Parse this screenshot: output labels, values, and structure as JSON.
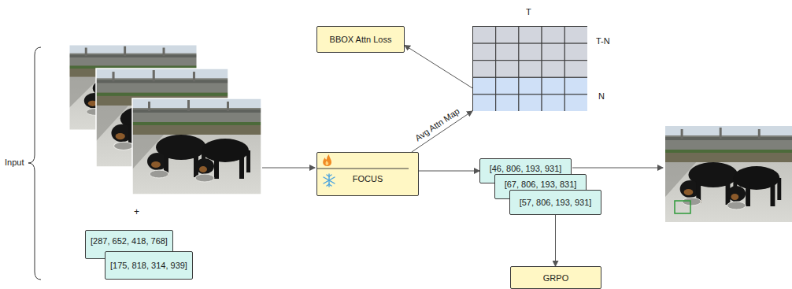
{
  "diagram": {
    "nodes": [
      {
        "text": [
          "BBOX Attn Loss"
        ]
      },
      {
        "text": [
          "T",
          "T-N",
          "N"
        ]
      },
      {
        "text": [
          "FOCUS"
        ]
      },
      {
        "text": [
          "[46, 806, 193, 931]"
        ]
      },
      {
        "text": [
          "[67, 806, 193, 831]"
        ]
      },
      {
        "text": [
          "[57, 806, 193, 931]"
        ]
      },
      {
        "text": [
          "[287, 652, 418, 768]"
        ]
      },
      {
        "text": [
          "[175, 818, 314, 939]"
        ]
      },
      {
        "text": [
          "GRPO"
        ]
      }
    ],
    "edges": [
      {
        "from": 2,
        "to": 1,
        "label": "Avg Attn Map",
        "arrow": "to"
      },
      {
        "from": 1,
        "to": 0,
        "arrow": "to"
      },
      {
        "from": 2,
        "to": 3,
        "arrow": "to"
      },
      {
        "from": 5,
        "to": 8,
        "arrow": "to"
      }
    ],
    "labels": [
      "Input",
      "+"
    ]
  }
}
